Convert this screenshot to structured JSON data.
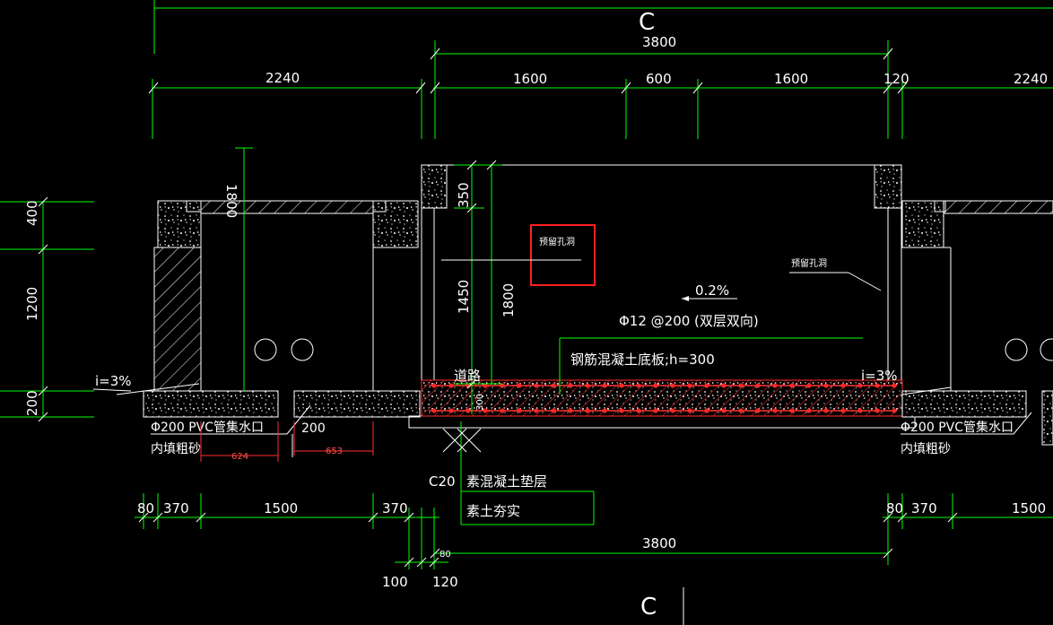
{
  "section_marks": {
    "top": "C",
    "bottom": "C"
  },
  "top_dims": {
    "overall": "3800",
    "left_span": "2240",
    "seg1": "1600",
    "seg2": "600",
    "seg3": "1600",
    "seg4": "120",
    "right_span": "2240"
  },
  "left_dims": {
    "d400": "400",
    "d1200": "1200",
    "d200": "200"
  },
  "inner_dims": {
    "d1800_left": "1800",
    "d350": "350",
    "d1450": "1450",
    "d1800_mid": "1800",
    "d300": "300"
  },
  "labels": {
    "reserved_hole_left": "预留孔洞",
    "reserved_hole_right": "预留孔洞",
    "slope": "0.2%",
    "rebar": "Φ12 @200 (双层双向)",
    "slab": "钢筋混凝土底板;h=300",
    "road": "道路",
    "slope_left": "i=3%",
    "slope_right": "i=3%",
    "pvc_left": "Φ200 PVC管集水口",
    "sand_left": "内填粗砂",
    "pvc_right": "Φ200 PVC管集水口",
    "sand_right": "内填粗砂",
    "d200": "200",
    "red624": "624",
    "red653": "653",
    "c20": "C20",
    "cushion": "素混凝土垫层",
    "soil": "素土夯实"
  },
  "bottom_dims": {
    "l80": "80",
    "l370a": "370",
    "l1500": "1500",
    "l370b": "370",
    "r80": "80",
    "r370": "370",
    "r1500": "1500",
    "b3800": "3800",
    "b80": "80",
    "b100": "100",
    "b120": "120"
  },
  "colors": {
    "dim_line": "#00ff00",
    "outline": "#ffffff",
    "rebar": "#ff2020",
    "highlight": "#ff2020"
  }
}
